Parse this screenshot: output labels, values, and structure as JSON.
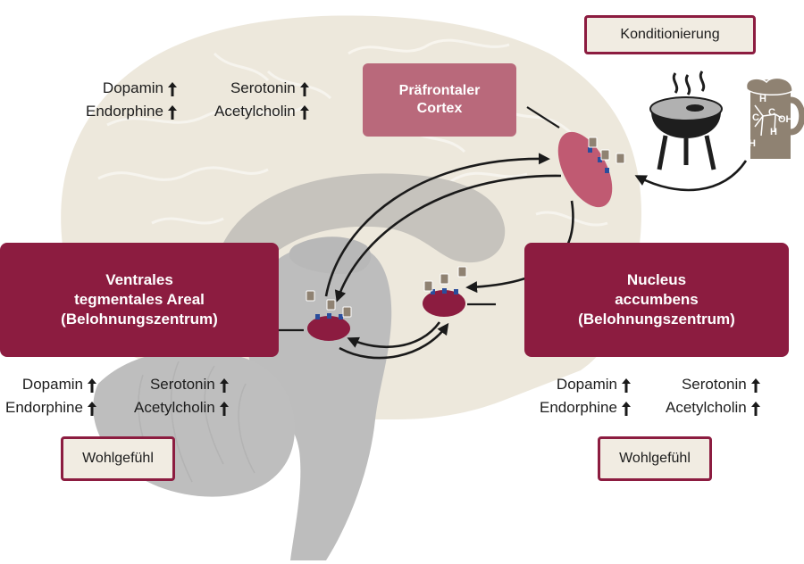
{
  "conditioning": {
    "label": "Konditionierung"
  },
  "prefrontal": {
    "line1": "Präfrontaler",
    "line2": "Cortex"
  },
  "vta": {
    "line1": "Ventrales",
    "line2": "tegmentales Areal",
    "line3": "(Belohnungszentrum)"
  },
  "nac": {
    "line1": "Nucleus",
    "line2": "accumbens",
    "line3": "(Belohnungszentrum)"
  },
  "top_nt": {
    "dopamin": "Dopamin",
    "serotonin": "Serotonin",
    "endorphine": "Endorphine",
    "acetylcholin": "Acetylcholin"
  },
  "left_nt": {
    "dopamin": "Dopamin",
    "serotonin": "Serotonin",
    "endorphine": "Endorphine",
    "acetylcholin": "Acetylcholin"
  },
  "right_nt": {
    "dopamin": "Dopamin",
    "serotonin": "Serotonin",
    "endorphine": "Endorphine",
    "acetylcholin": "Acetylcholin"
  },
  "wellbeing_left": {
    "label": "Wohlgefühl"
  },
  "wellbeing_right": {
    "label": "Wohlgefühl"
  },
  "molecule": {
    "h1": "H",
    "h2": "H",
    "h3": "H",
    "h4": "H",
    "h5": "H",
    "c1": "C",
    "c2": "C",
    "oh": "OH"
  },
  "colors": {
    "brain": "#ede8dc",
    "brain_stem": "#bcbcbc",
    "dark_box": "#8c1c40",
    "pfc_box": "#b9697b",
    "region": "#8c1c40",
    "pfc_region": "#c05a72",
    "beer": "#8f8272"
  }
}
